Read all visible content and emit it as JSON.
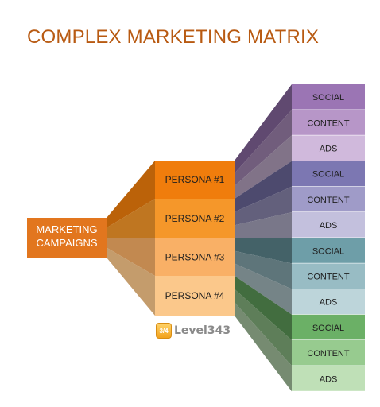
{
  "title": "COMPLEX MARKETING MATRIX",
  "root": {
    "lines": [
      "MARKETING",
      "CAMPAIGNS"
    ],
    "color": "#e2761e"
  },
  "personas": [
    {
      "label": "PERSONA #1",
      "color": "#f07d0c"
    },
    {
      "label": "PERSONA #2",
      "color": "#f5972a"
    },
    {
      "label": "PERSONA #3",
      "color": "#f9b066"
    },
    {
      "label": "PERSONA #4",
      "color": "#fbc88b"
    }
  ],
  "channel_groups": [
    {
      "persona": "PERSONA #1",
      "colors": [
        "#9b75b4",
        "#b796c8",
        "#d0b9dc"
      ],
      "channels": [
        "SOCIAL",
        "CONTENT",
        "ADS"
      ]
    },
    {
      "persona": "PERSONA #2",
      "colors": [
        "#7c77b2",
        "#9f9bc8",
        "#c3c0dd"
      ],
      "channels": [
        "SOCIAL",
        "CONTENT",
        "ADS"
      ]
    },
    {
      "persona": "PERSONA #3",
      "colors": [
        "#6e9ea8",
        "#98bcc4",
        "#bdd5da"
      ],
      "channels": [
        "SOCIAL",
        "CONTENT",
        "ADS"
      ]
    },
    {
      "persona": "PERSONA #4",
      "colors": [
        "#6bb066",
        "#97cb8f",
        "#bfe0b7"
      ],
      "channels": [
        "SOCIAL",
        "CONTENT",
        "ADS"
      ]
    }
  ],
  "logo": {
    "badge": "3/4",
    "text": "Level343"
  }
}
